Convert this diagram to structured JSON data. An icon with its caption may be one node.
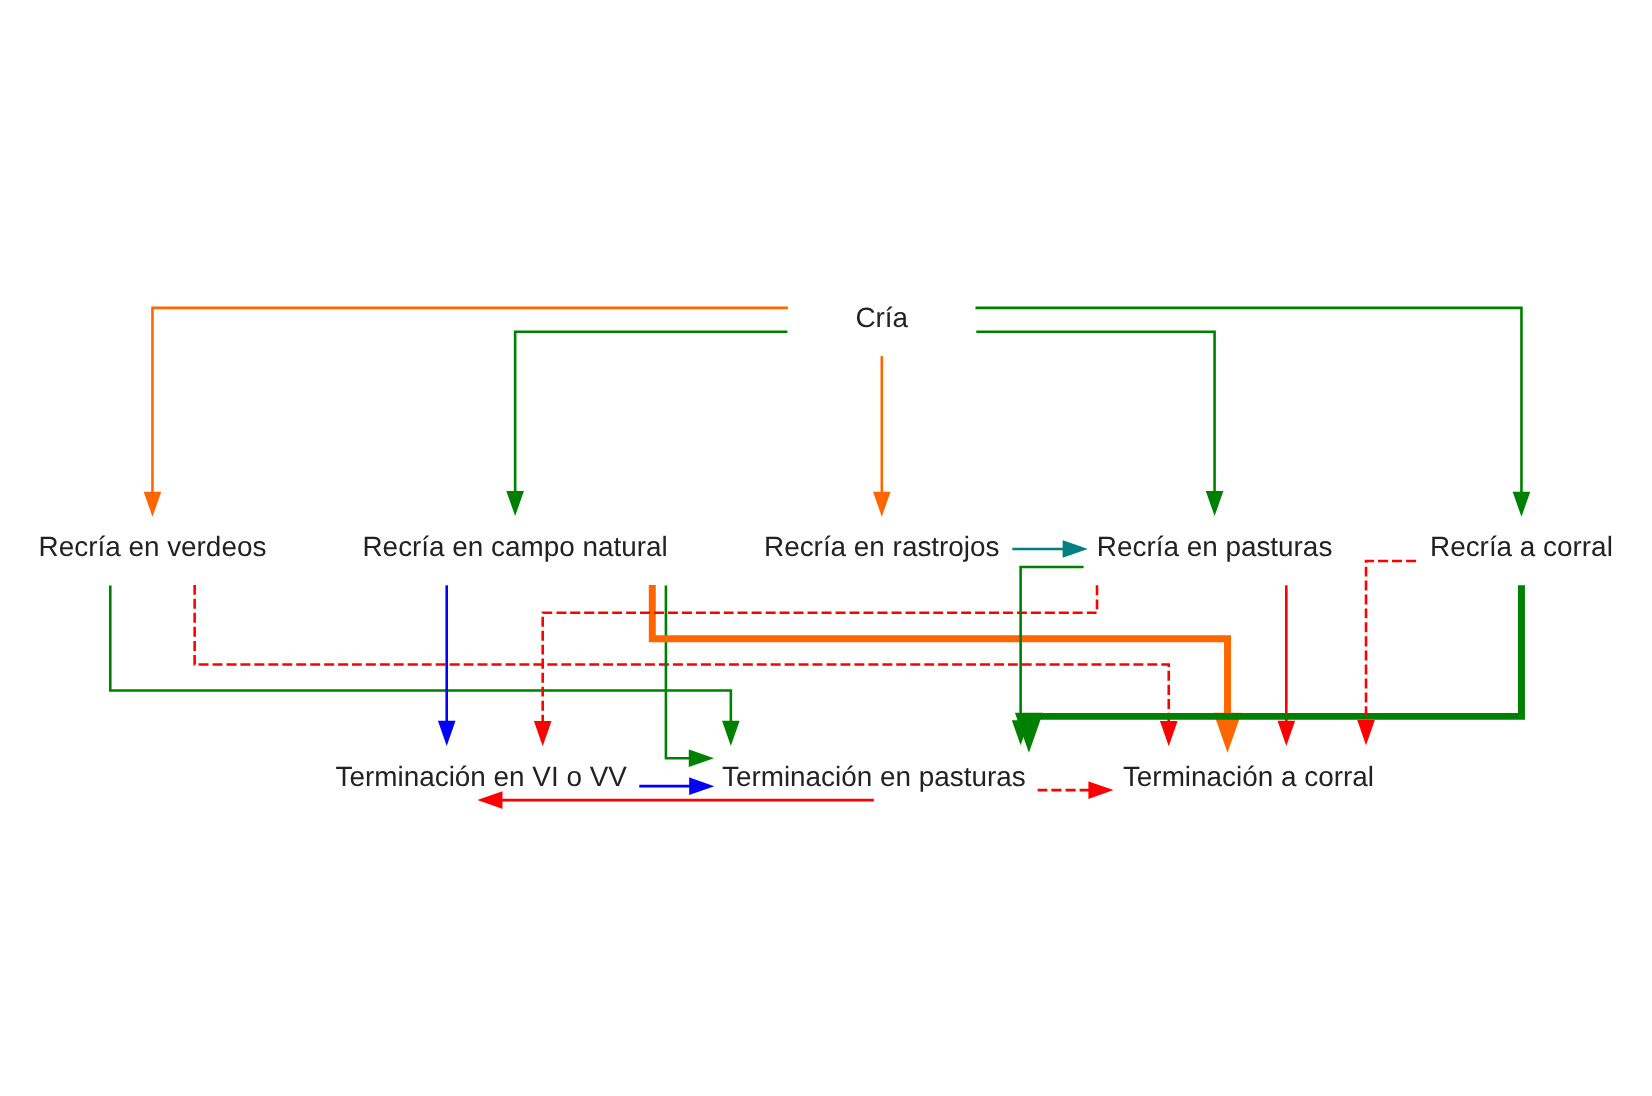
{
  "diagram": {
    "nodes": [
      {
        "text": [
          "Cría"
        ]
      },
      {
        "text": [
          "Recría en verdeos"
        ]
      },
      {
        "text": [
          "Recría en campo natural"
        ]
      },
      {
        "text": [
          "Recría en rastrojos"
        ]
      },
      {
        "text": [
          "Recría en pasturas"
        ]
      },
      {
        "text": [
          "Recría a corral"
        ]
      },
      {
        "text": [
          "Terminación en VI o VV"
        ]
      },
      {
        "text": [
          "Terminación en pasturas"
        ]
      },
      {
        "text": [
          "Terminación a corral"
        ]
      }
    ],
    "edges": [
      {
        "from": 0,
        "to": 1,
        "arrow": "to",
        "color": "#ff6600"
      },
      {
        "from": 0,
        "to": 2,
        "arrow": "to",
        "color": "#008000"
      },
      {
        "from": 0,
        "to": 3,
        "arrow": "to",
        "color": "#ff6600"
      },
      {
        "from": 0,
        "to": 4,
        "arrow": "to",
        "color": "#008000"
      },
      {
        "from": 0,
        "to": 5,
        "arrow": "to",
        "color": "#008000"
      },
      {
        "from": 3,
        "to": 4,
        "arrow": "to",
        "color": "#008080"
      },
      {
        "from": 1,
        "to": 7,
        "arrow": "to",
        "color": "#008000"
      },
      {
        "from": 1,
        "to": 8,
        "arrow": "to",
        "style": "dashed",
        "color": "#ff0000"
      },
      {
        "from": 2,
        "to": 6,
        "arrow": "to",
        "color": "#0000ff"
      },
      {
        "from": 2,
        "to": 7,
        "arrow": "to",
        "color": "#008000"
      },
      {
        "from": 2,
        "to": 8,
        "arrow": "to",
        "style": "thick",
        "color": "#ff6600"
      },
      {
        "from": 4,
        "to": 6,
        "arrow": "to",
        "style": "dashed",
        "color": "#ff0000"
      },
      {
        "from": 4,
        "to": 7,
        "arrow": "to",
        "color": "#008000"
      },
      {
        "from": 4,
        "to": 8,
        "arrow": "to",
        "color": "#ff0000"
      },
      {
        "from": 5,
        "to": 7,
        "arrow": "to",
        "style": "thick",
        "color": "#008000"
      },
      {
        "from": 5,
        "to": 8,
        "arrow": "to",
        "style": "dashed",
        "color": "#ff0000"
      },
      {
        "from": 7,
        "to": 6,
        "arrow": "to",
        "color": "#ff0000"
      },
      {
        "from": 6,
        "to": 7,
        "arrow": "to",
        "color": "#0000ff"
      },
      {
        "from": 7,
        "to": 8,
        "arrow": "to",
        "style": "dashed",
        "color": "#ff0000"
      }
    ]
  }
}
